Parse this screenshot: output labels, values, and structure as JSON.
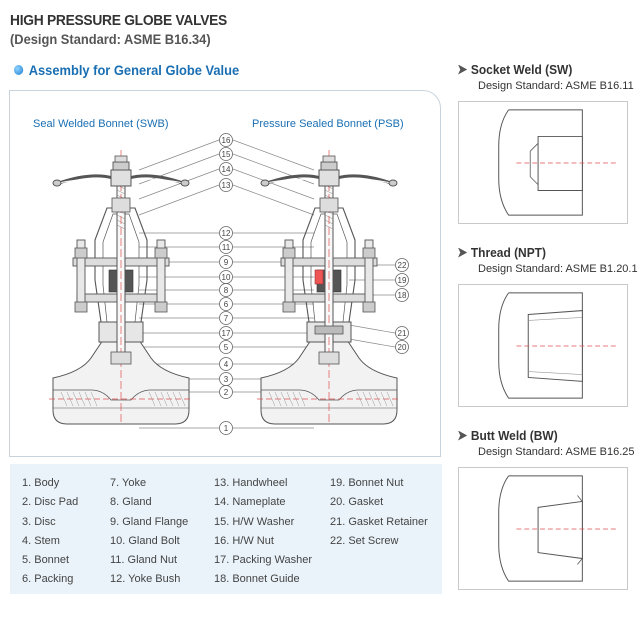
{
  "header": {
    "title": "HIGH PRESSURE GLOBE VALVES",
    "subtitle": "(Design Standard: ASME B16.34)"
  },
  "assembly": {
    "heading": "Assembly for General Globe Value",
    "left_label": "Seal Welded Bonnet (SWB)",
    "right_label": "Pressure Sealed Bonnet (PSB)",
    "callouts_center": [
      "16",
      "15",
      "14",
      "13",
      "12",
      "11",
      "9",
      "10",
      "8",
      "6",
      "7",
      "17",
      "5",
      "4",
      "3",
      "2",
      "1"
    ],
    "callouts_right": [
      "22",
      "19",
      "18",
      "21",
      "20"
    ]
  },
  "legend": {
    "col1": [
      "1. Body",
      "2. Disc Pad",
      "3. Disc",
      "4. Stem",
      "5. Bonnet",
      "6. Packing"
    ],
    "col2": [
      "7. Yoke",
      "8. Gland",
      "9. Gland Flange",
      "10. Gland Bolt",
      "11. Gland Nut",
      "12. Yoke Bush"
    ],
    "col3": [
      "13. Handwheel",
      "14. Nameplate",
      "15. H/W Washer",
      "16. H/W Nut",
      "17. Packing Washer",
      "18. Bonnet Guide"
    ],
    "col4": [
      "19. Bonnet Nut",
      "20. Gasket",
      "21. Gasket Retainer",
      "22. Set Screw"
    ]
  },
  "ends": [
    {
      "name": "Socket Weld (SW)",
      "standard": "Design Standard: ASME B16.11"
    },
    {
      "name": "Thread (NPT)",
      "standard": "Design Standard: ASME B1.20.1"
    },
    {
      "name": "Butt Weld (BW)",
      "standard": "Design Standard: ASME B16.25"
    }
  ],
  "colors": {
    "accent": "#1a6fb3",
    "centerline": "#e05050",
    "legend_bg": "#eaf3fa"
  }
}
